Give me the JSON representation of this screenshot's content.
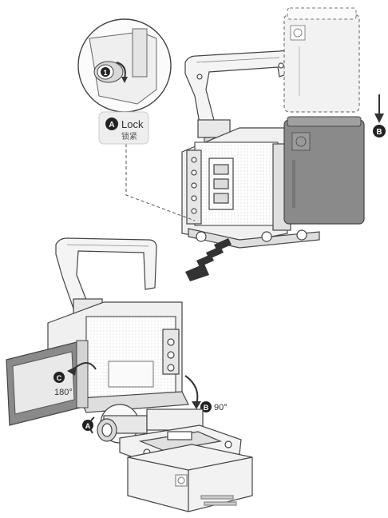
{
  "callouts": {
    "a": {
      "letter": "A",
      "label": "Lock",
      "sublabel": "锁紧"
    },
    "b_top": {
      "letter": "B"
    },
    "c": {
      "letter": "C",
      "angle": "180°"
    },
    "b_bottom": {
      "letter": "B",
      "angle": "90°"
    },
    "a_bottom": {
      "letter": "A"
    },
    "zoom_step": {
      "number": "1"
    }
  },
  "colors": {
    "line": "#444444",
    "accent_fill": "#e2e2e2",
    "shadow": "#8a8a8a",
    "battery_dark": "#8a8a8a",
    "badge": "#222222",
    "label_bg": "#eeeeee"
  },
  "icons": {
    "down-arrow": "down-arrow-icon",
    "flip-arrow": "curved-arrow-icon",
    "motion-stripes": "motion-arrow-icon"
  }
}
